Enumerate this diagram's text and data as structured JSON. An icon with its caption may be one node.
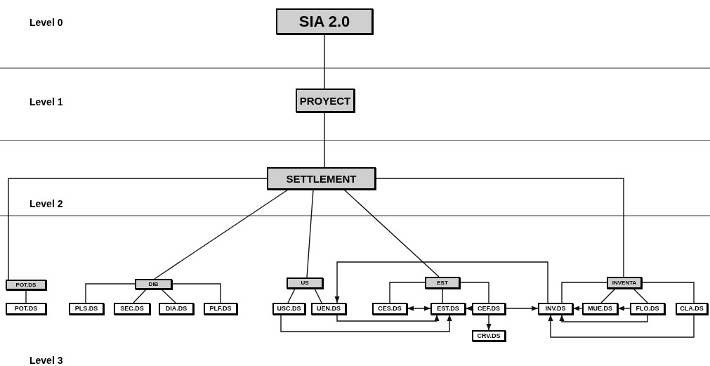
{
  "diagram": {
    "nodes": [
      {
        "text": [
          "SIA 2.0"
        ]
      },
      {
        "text": [
          "PROYECT"
        ]
      },
      {
        "text": [
          "SETTLEMENT"
        ]
      },
      {
        "text": [
          "POT.DS"
        ]
      },
      {
        "text": [
          "DIB"
        ]
      },
      {
        "text": [
          "US"
        ]
      },
      {
        "text": [
          "EST"
        ]
      },
      {
        "text": [
          "INVENTA"
        ]
      },
      {
        "text": [
          "POT.DS"
        ]
      },
      {
        "text": [
          "PLS.DS"
        ]
      },
      {
        "text": [
          "SEC.DS"
        ]
      },
      {
        "text": [
          "DIA.DS"
        ]
      },
      {
        "text": [
          "PLF.DS"
        ]
      },
      {
        "text": [
          "USC.DS"
        ]
      },
      {
        "text": [
          "UEN.DS"
        ]
      },
      {
        "text": [
          "CES.DS"
        ]
      },
      {
        "text": [
          "EST.DS"
        ]
      },
      {
        "text": [
          "CEF.DS"
        ]
      },
      {
        "text": [
          "INV.DS"
        ]
      },
      {
        "text": [
          "MUE.DS"
        ]
      },
      {
        "text": [
          "FLO.DS"
        ]
      },
      {
        "text": [
          "CLA.DS"
        ]
      },
      {
        "text": [
          "CRV.DS"
        ]
      }
    ],
    "edges": [
      {
        "from": 0,
        "to": 1,
        "arrow": "none"
      },
      {
        "from": 1,
        "to": 2,
        "arrow": "none"
      },
      {
        "from": 2,
        "to": 3,
        "arrow": "none"
      },
      {
        "from": 2,
        "to": 4,
        "arrow": "none"
      },
      {
        "from": 2,
        "to": 5,
        "arrow": "none"
      },
      {
        "from": 2,
        "to": 6,
        "arrow": "none"
      },
      {
        "from": 2,
        "to": 7,
        "arrow": "none"
      },
      {
        "from": 3,
        "to": 8,
        "arrow": "none"
      },
      {
        "from": 4,
        "to": 9,
        "arrow": "none"
      },
      {
        "from": 4,
        "to": 10,
        "arrow": "none"
      },
      {
        "from": 4,
        "to": 11,
        "arrow": "none"
      },
      {
        "from": 4,
        "to": 12,
        "arrow": "none"
      },
      {
        "from": 5,
        "to": 13,
        "arrow": "none"
      },
      {
        "from": 5,
        "to": 14,
        "arrow": "none"
      },
      {
        "from": 6,
        "to": 15,
        "arrow": "none"
      },
      {
        "from": 6,
        "to": 16,
        "arrow": "none"
      },
      {
        "from": 6,
        "to": 17,
        "arrow": "none"
      },
      {
        "from": 7,
        "to": 18,
        "arrow": "none"
      },
      {
        "from": 7,
        "to": 19,
        "arrow": "none"
      },
      {
        "from": 7,
        "to": 20,
        "arrow": "none"
      },
      {
        "from": 7,
        "to": 21,
        "arrow": "none"
      },
      {
        "from": 15,
        "to": 16,
        "arrow": "both"
      },
      {
        "from": 17,
        "to": 16,
        "arrow": "to"
      },
      {
        "from": 17,
        "to": 18,
        "arrow": "to"
      },
      {
        "from": 17,
        "to": 22,
        "arrow": "to"
      },
      {
        "from": 19,
        "to": 18,
        "arrow": "to"
      },
      {
        "from": 20,
        "to": 19,
        "arrow": "to"
      },
      {
        "from": 20,
        "to": 18,
        "arrow": "to"
      },
      {
        "from": 21,
        "to": 18,
        "arrow": "to"
      },
      {
        "from": 18,
        "to": 14,
        "arrow": "to"
      },
      {
        "from": 14,
        "to": 16,
        "arrow": "to"
      },
      {
        "from": 13,
        "to": 16,
        "arrow": "to"
      }
    ],
    "labels": [
      "Level 0",
      "Level 1",
      "Level 2",
      "Level 3"
    ]
  }
}
